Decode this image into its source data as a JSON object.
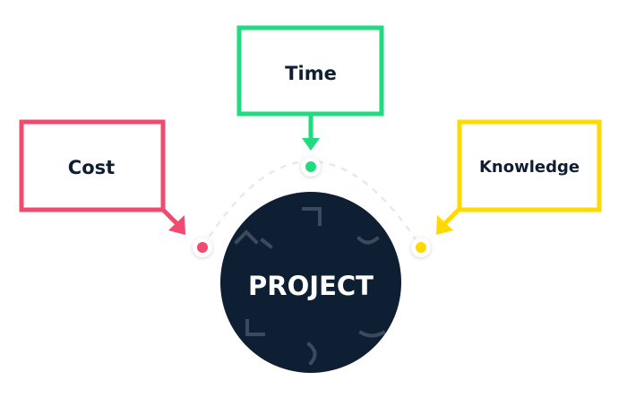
{
  "diagram": {
    "center": {
      "label": "PROJECT",
      "color": "#0f1f33"
    },
    "nodes": [
      {
        "id": "time",
        "label": "Time",
        "color": "#1fdc7e"
      },
      {
        "id": "cost",
        "label": "Cost",
        "color": "#f2496f"
      },
      {
        "id": "knowledge",
        "label": "Knowledge",
        "color": "#ffd900"
      }
    ],
    "arc_color": "#e9e9e9",
    "decor_color": "#3c4a5e"
  }
}
